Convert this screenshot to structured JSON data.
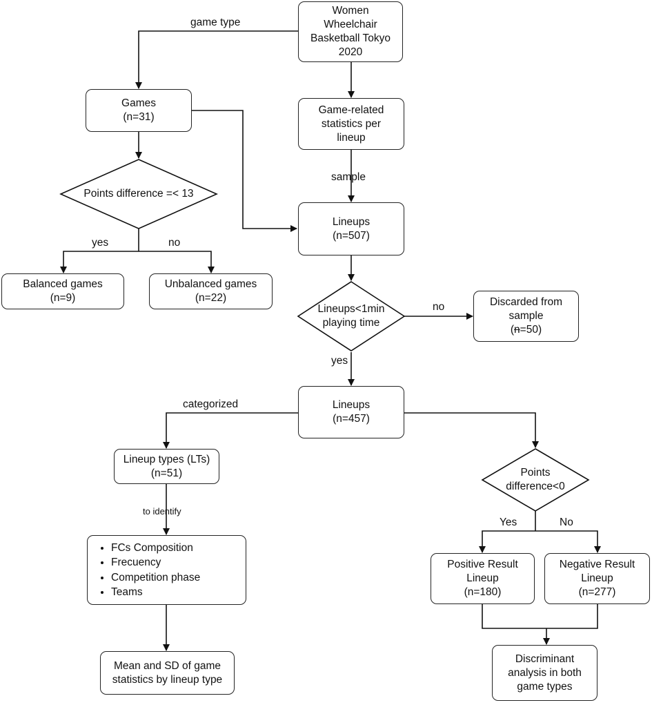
{
  "source": {
    "lines": [
      "Women",
      "Wheelchair",
      "Basketball Tokyo",
      "2020"
    ]
  },
  "games": {
    "lines": [
      "Games",
      "(n=31)"
    ]
  },
  "game_stats": {
    "lines": [
      "Game-related",
      "statistics per",
      "lineup"
    ]
  },
  "points_diff_decision": {
    "text": "Points difference =< 13"
  },
  "balanced": {
    "lines": [
      "Balanced games",
      "(n=9)"
    ]
  },
  "unbalanced": {
    "lines": [
      "Unbalanced games",
      "(n=22)"
    ]
  },
  "lineups_all": {
    "lines": [
      "Lineups",
      "(n=507)"
    ]
  },
  "playing_time_decision": {
    "lines": [
      "Lineups<1min",
      "playing time"
    ]
  },
  "discarded": {
    "lines": [
      "Discarded from",
      "sample"
    ],
    "count_prefix": "n",
    "count_rest": "=50)",
    "count_open": "("
  },
  "lineups_kept": {
    "lines": [
      "Lineups",
      "(n=457)"
    ]
  },
  "lineup_types": {
    "lines": [
      "Lineup types (LTs)",
      "(n=51)"
    ]
  },
  "identify_items": [
    "FCs Composition",
    "Frecuency",
    "Competition phase",
    "Teams"
  ],
  "mean_sd": {
    "lines": [
      "Mean and SD of game",
      "statistics by lineup type"
    ]
  },
  "result_decision": {
    "lines": [
      "Points",
      "difference<0"
    ]
  },
  "positive": {
    "lines": [
      "Positive Result",
      "Lineup",
      "(n=180)"
    ]
  },
  "negative": {
    "lines": [
      "Negative Result",
      "Lineup",
      "(n=277)"
    ]
  },
  "discriminant": {
    "lines": [
      "Discriminant",
      "analysis in both",
      "game types"
    ]
  },
  "edge_labels": {
    "game_type": "game type",
    "sample": "sample",
    "yes": "yes",
    "no": "no",
    "no_discard": "no",
    "yes_keep": "yes",
    "categorized": "categorized",
    "to_identify": "to identify",
    "Yes": "Yes",
    "No": "No"
  }
}
